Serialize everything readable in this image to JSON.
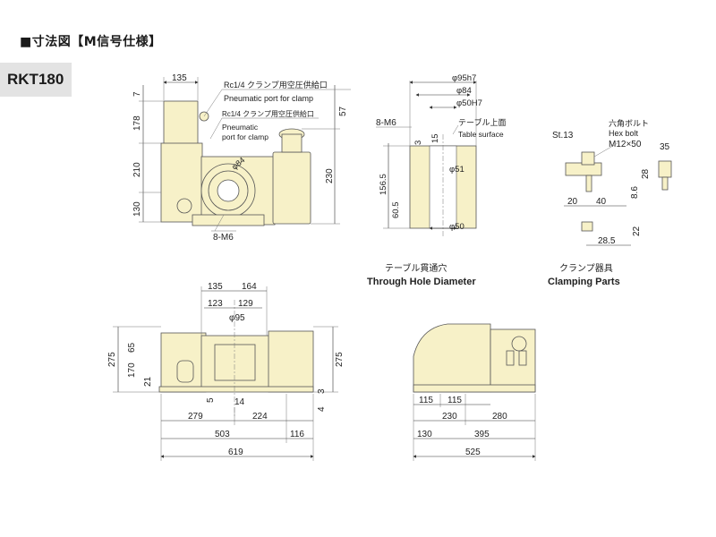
{
  "header": {
    "title": "■寸法図【M信号仕様】",
    "model": "RKT180"
  },
  "views": {
    "front": {
      "top_width": "135",
      "left_dims": [
        "7",
        "178",
        "210",
        "130"
      ],
      "right_dims": [
        "57",
        "230"
      ],
      "port1_jp": "Rc1/4 クランプ用空圧供給口",
      "port1_en": "Pneumatic port for clamp",
      "port2_jp": "Rc1/4 クランプ用空圧供給口",
      "port2_en1": "Pneumatic",
      "port2_en2": "port for clamp",
      "pcd": "φ84",
      "tap": "8-M6"
    },
    "bore": {
      "d1": "φ95h7",
      "d2": "φ84",
      "d3": "φ50H7",
      "table_jp": "テーブル上面",
      "table_en": "Table surface",
      "tap": "8-M6",
      "h1": "3",
      "h2": "15",
      "h3": "156.5",
      "h4": "60.5",
      "d4": "φ51",
      "d5": "φ50",
      "caption_jp": "テーブル貫通穴",
      "caption_en": "Through Hole Diameter"
    },
    "clamp": {
      "st": "St.13",
      "bolt_jp": "六角ボルト",
      "bolt_en": "Hex bolt",
      "bolt_size": "M12×50",
      "w35": "35",
      "h28": "28",
      "h86": "8.6",
      "w20": "20",
      "w40": "40",
      "h22": "22",
      "w285": "28.5",
      "caption_jp": "クランプ器具",
      "caption_en": "Clamping Parts"
    },
    "plan": {
      "top": [
        "135",
        "164"
      ],
      "mid": [
        "123",
        "129"
      ],
      "bore": "φ95",
      "left_outer": "275",
      "left_inner": [
        "65",
        "170",
        "21"
      ],
      "right_outer": "275",
      "right_small": [
        "3",
        "4"
      ],
      "small": [
        "5",
        "14"
      ],
      "bottom1": [
        "279",
        "224"
      ],
      "bottom2": [
        "503",
        "116"
      ],
      "total": "619"
    },
    "side": {
      "row1": [
        "115",
        "115"
      ],
      "row2": [
        "230",
        "280"
      ],
      "row3": [
        "130",
        "395"
      ],
      "total": "525"
    }
  }
}
